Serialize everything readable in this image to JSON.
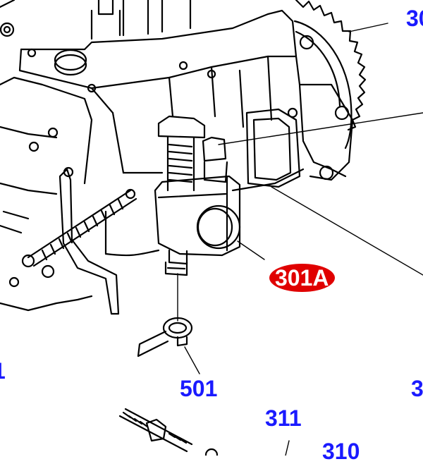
{
  "colors": {
    "line": "#000000",
    "label_blue": "#1a1aff",
    "highlight_red": "#e00000",
    "highlight_text": "#ffffff"
  },
  "labels": {
    "top_right": "30",
    "highlight": "301A",
    "fitting": "501",
    "bolt": "311",
    "bottom": "310",
    "right_edge": "3",
    "left_edge": "1"
  }
}
